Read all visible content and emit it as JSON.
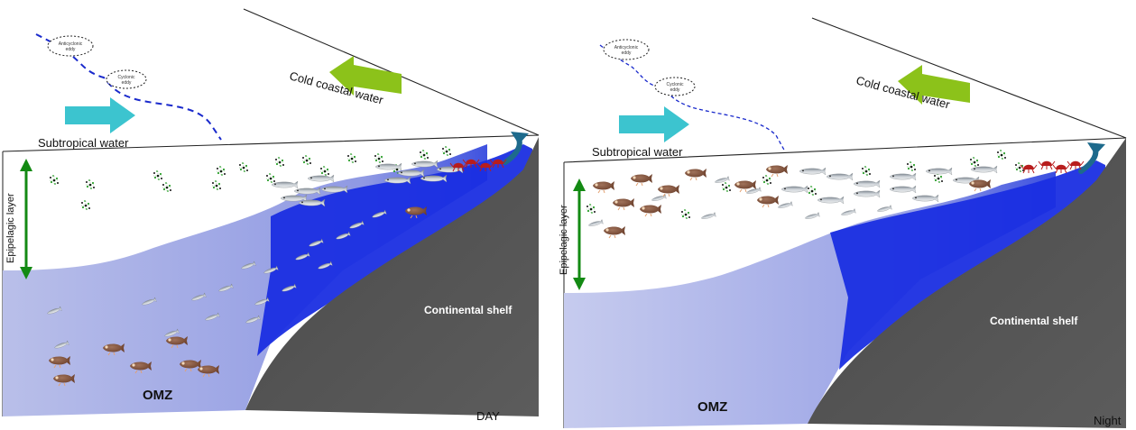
{
  "panels": [
    {
      "id": "day",
      "subtropical_label": "Subtropical  water",
      "coastal_label": "Cold coastal water",
      "eddy_1": "Anticyclonic eddy",
      "eddy_2": "Cyclonic eddy",
      "epipelagic_label": "Epipelagic layer",
      "shelf_label": "Continental shelf",
      "omz_label": "OMZ",
      "time_label": "DAY"
    },
    {
      "id": "night",
      "subtropical_label": "Subtropical  water",
      "coastal_label": "Cold coastal water",
      "eddy_1": "Anticyclonic eddy",
      "eddy_2": "Cyclonic eddy",
      "epipelagic_label": "Epipelagic layer",
      "shelf_label": "Continental shelf",
      "omz_label": "OMZ",
      "time_label": "Night"
    }
  ],
  "colors": {
    "subtropical_arrow": "#3cc4cf",
    "coastal_arrow": "#8cc21a",
    "upwelling_blue": "#1428e0",
    "omz_lavender": "#b7bde8",
    "shelf": "#555555",
    "epipelagic_arrow": "#138a13"
  }
}
